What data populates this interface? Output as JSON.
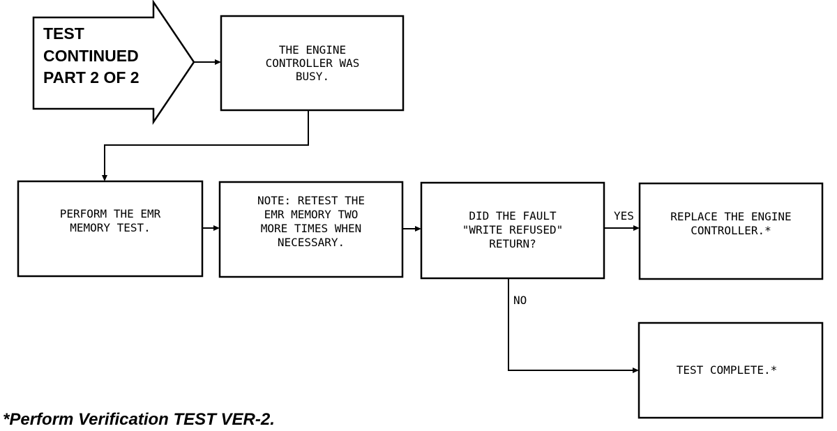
{
  "entry_arrow": {
    "lines": [
      "TEST",
      "CONTINUED",
      "PART 2 OF 2"
    ]
  },
  "boxes": {
    "engine_busy": [
      "THE ENGINE",
      "CONTROLLER WAS",
      "BUSY."
    ],
    "perform_emr": [
      "PERFORM THE EMR",
      "MEMORY TEST."
    ],
    "note_retest": [
      "NOTE: RETEST THE",
      "EMR MEMORY TWO",
      "MORE TIMES WHEN",
      "NECESSARY."
    ],
    "did_fault": [
      "DID THE FAULT",
      "\"WRITE REFUSED\"",
      "RETURN?"
    ],
    "replace_controller": [
      "REPLACE THE ENGINE",
      "CONTROLLER.*"
    ],
    "test_complete": [
      "TEST COMPLETE.*"
    ]
  },
  "edge_labels": {
    "yes": "YES",
    "no": "NO"
  },
  "footnote": "*Perform Verification TEST VER-2."
}
